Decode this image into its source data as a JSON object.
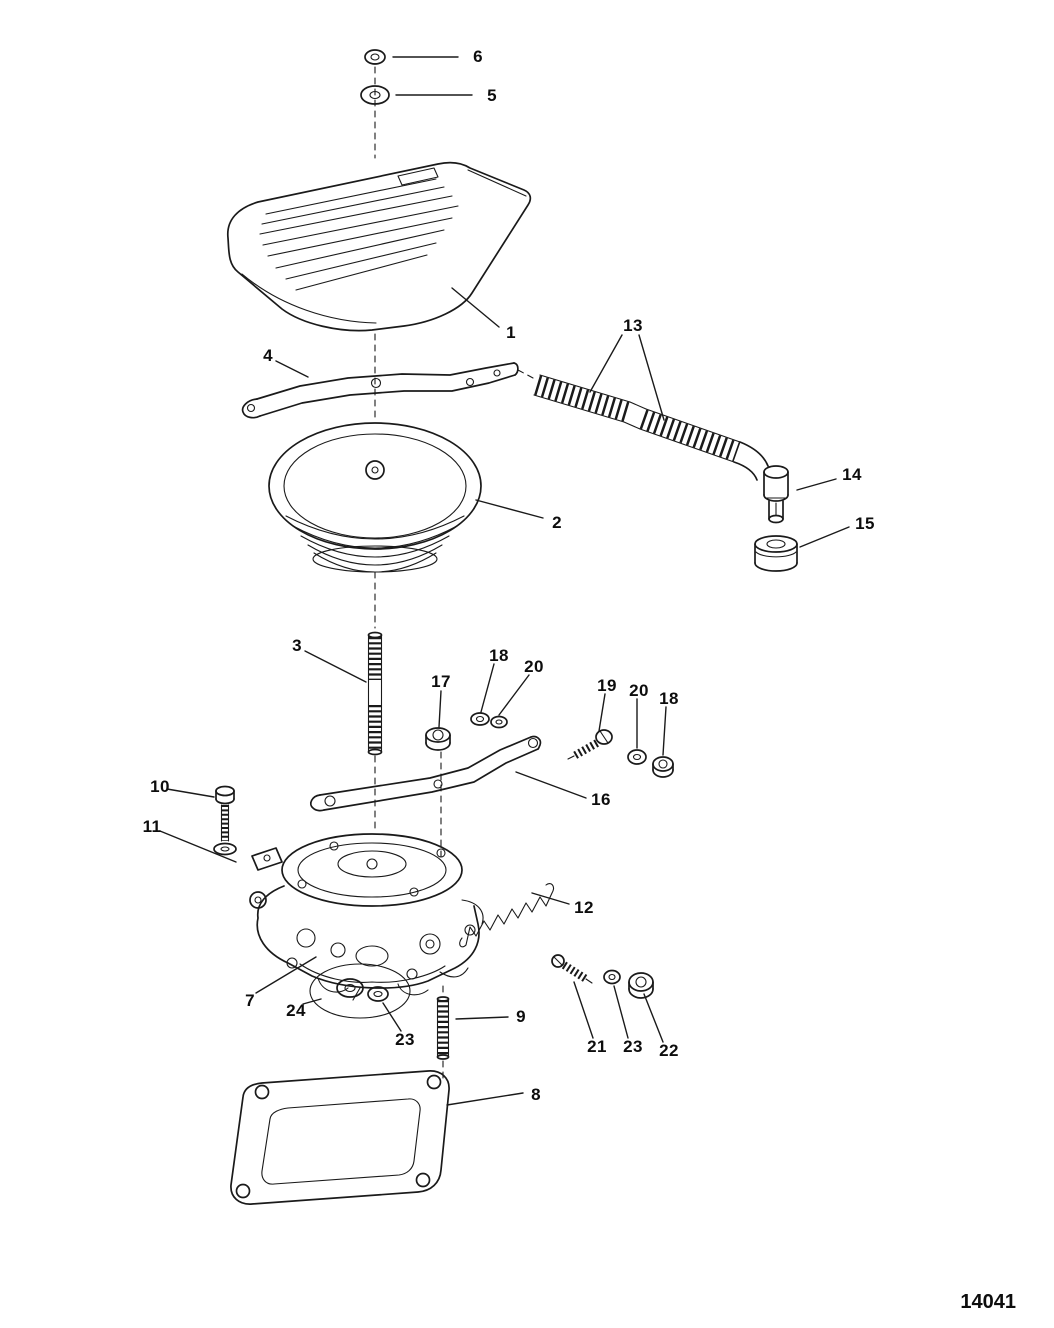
{
  "figure": {
    "number": "14041"
  },
  "diagram": {
    "type": "exploded-parts-diagram",
    "subject": "carburetor-and-flame-arrestor-assembly",
    "line_color": "#1a1a1a",
    "background": "#ffffff"
  },
  "callouts": [
    {
      "label": "6"
    },
    {
      "label": "5"
    },
    {
      "label": "1"
    },
    {
      "label": "13"
    },
    {
      "label": "4"
    },
    {
      "label": "14"
    },
    {
      "label": "2"
    },
    {
      "label": "15"
    },
    {
      "label": "3"
    },
    {
      "label": "18"
    },
    {
      "label": "20"
    },
    {
      "label": "17"
    },
    {
      "label": "19"
    },
    {
      "label": "20"
    },
    {
      "label": "18"
    },
    {
      "label": "10"
    },
    {
      "label": "16"
    },
    {
      "label": "11"
    },
    {
      "label": "12"
    },
    {
      "label": "7"
    },
    {
      "label": "24"
    },
    {
      "label": "9"
    },
    {
      "label": "23"
    },
    {
      "label": "21"
    },
    {
      "label": "23"
    },
    {
      "label": "22"
    },
    {
      "label": "8"
    }
  ]
}
